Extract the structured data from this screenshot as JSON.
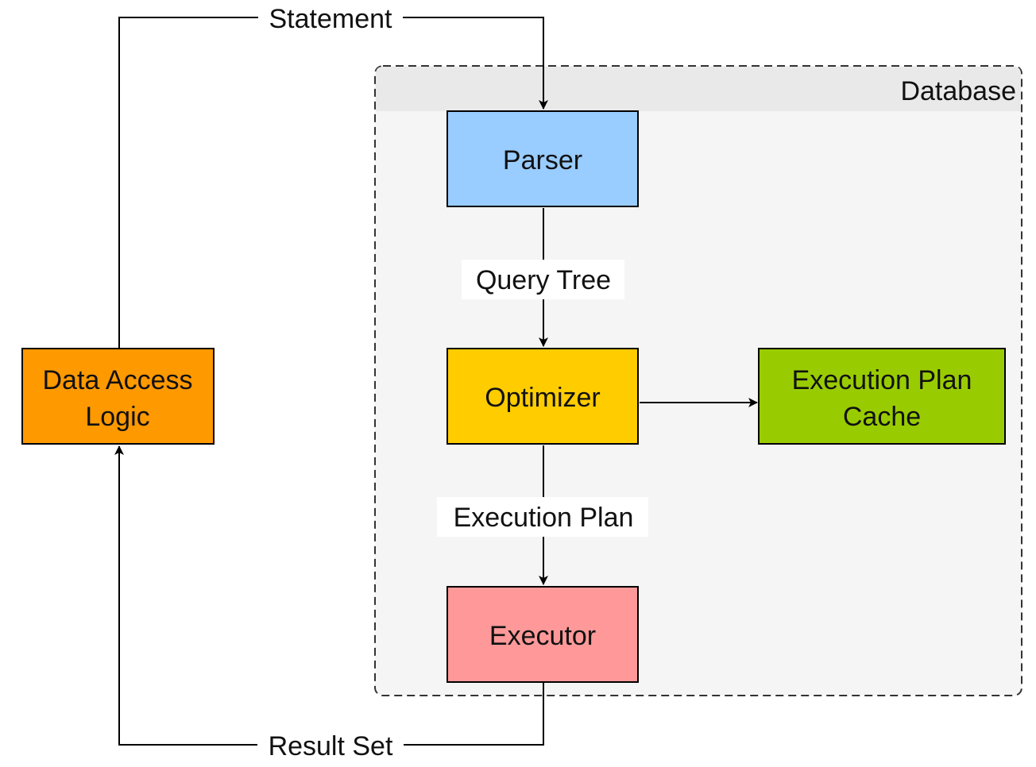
{
  "group": {
    "title": "Database",
    "fill": "#f5f5f5",
    "header_fill": "#e9e9e9"
  },
  "nodes": {
    "parser": {
      "label": "Parser",
      "color": "#99ccff"
    },
    "optimizer": {
      "label": "Optimizer",
      "color": "#ffcc00"
    },
    "executor": {
      "label": "Executor",
      "color": "#ff9999"
    },
    "data_access": {
      "line1": "Data Access",
      "line2": "Logic",
      "color": "#ff9900"
    },
    "plan_cache": {
      "line1": "Execution Plan",
      "line2": "Cache",
      "color": "#99cc00"
    }
  },
  "edges": {
    "statement": "Statement",
    "query_tree": "Query Tree",
    "execution_plan": "Execution Plan",
    "result_set": "Result Set"
  }
}
